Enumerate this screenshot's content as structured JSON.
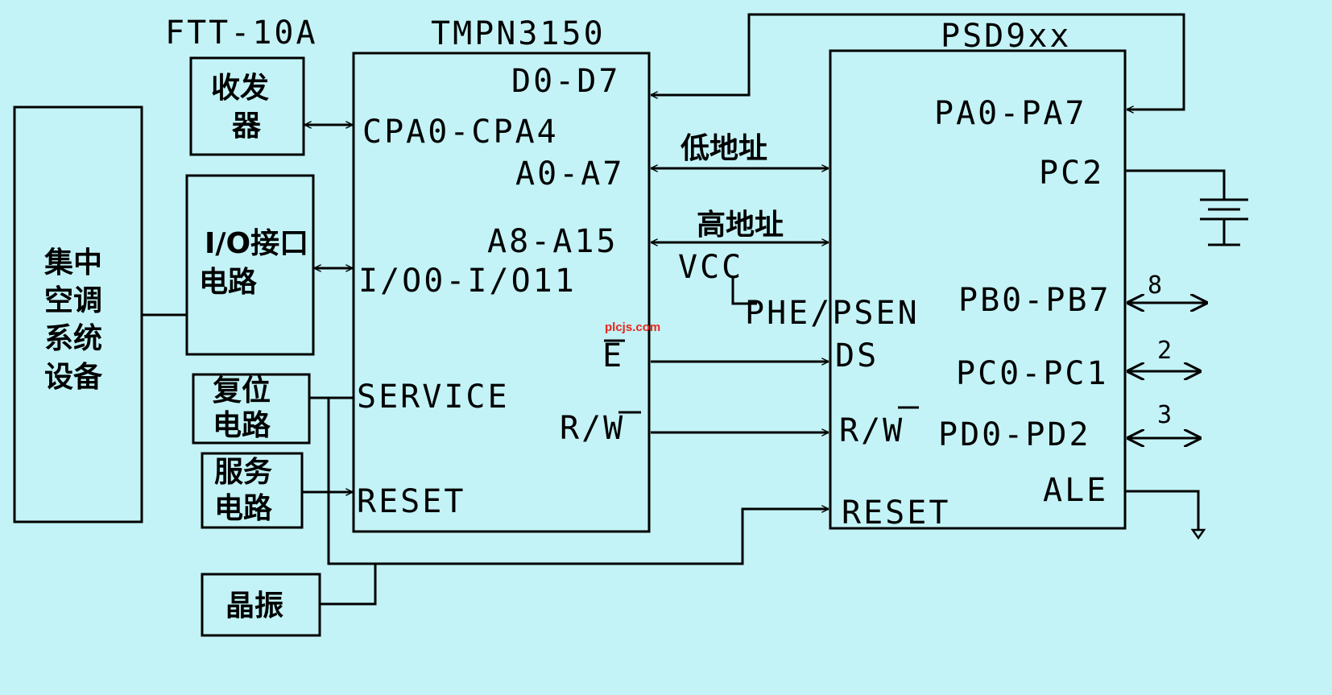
{
  "blocks": {
    "device": "集中空调系统设备",
    "transceiver": "收发器",
    "io_circuit": "I/O接口电路",
    "reset_circuit": "复位电路",
    "service_circuit": "服务电路",
    "crystal": "晶振"
  },
  "chips": {
    "ftt": "FTT-10A",
    "neuron": "TMPN3150",
    "psd": "PSD9xx"
  },
  "neuron_pins": {
    "d": "D0-D7",
    "cpa": "CPA0-CPA4",
    "a_low": "A0-A7",
    "a_high": "A8-A15",
    "io": "I/O0-I/O11",
    "e": "E",
    "rw": "R/W",
    "service": "SERVICE",
    "reset": "RESET"
  },
  "psd_pins": {
    "pa": "PA0-PA7",
    "pc2": "PC2",
    "phe": "PHE/PSEN",
    "pb": "PB0-PB7",
    "ds": "DS",
    "pc": "PC0-PC1",
    "rw": "R/W",
    "pd": "PD0-PD2",
    "ale": "ALE",
    "reset": "RESET"
  },
  "bus_labels": {
    "low_addr": "低地址",
    "high_addr": "高地址",
    "vcc": "VCC"
  },
  "port_widths": {
    "pb": "8",
    "pc": "2",
    "pd": "3"
  },
  "watermark": "plcjs.com"
}
